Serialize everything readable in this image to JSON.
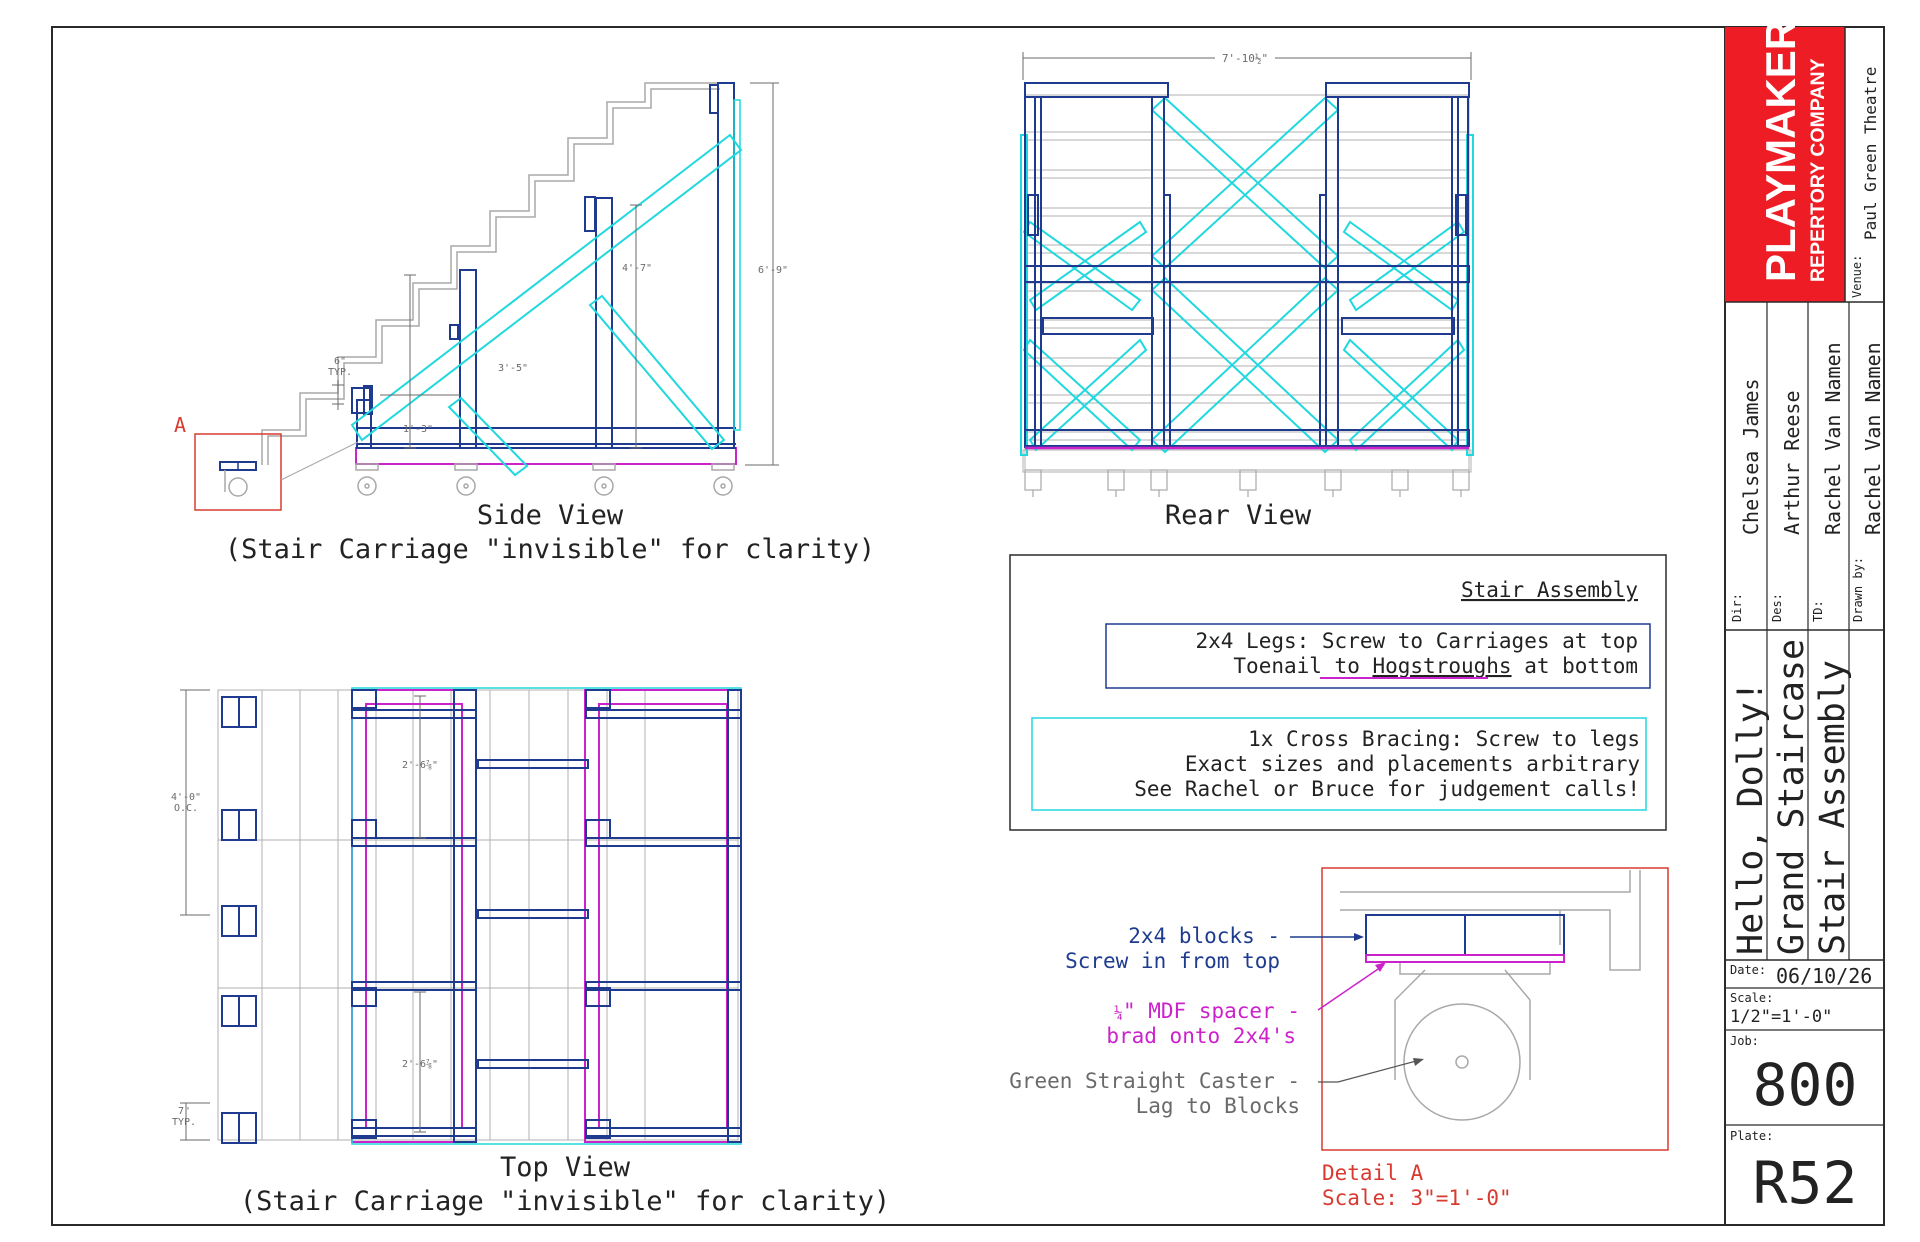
{
  "colors": {
    "frame": "#2a2a2a",
    "lumber": "#1f3b8f",
    "bracing": "#20d8dd",
    "mdf": "#cc22cc",
    "stair": "#a8a8a8",
    "detail": "#d83a30",
    "brand_red": "#ee1c25"
  },
  "side_view": {
    "title": "Side View",
    "subtitle": "(Stair Carriage \"invisible\" for clarity)",
    "detail_marker": "A",
    "dims": {
      "riser": "6\"",
      "riser_typ": "TYP.",
      "run": "1'-3\"",
      "leg_short": "3'-5\"",
      "leg_mid": "4'-7\"",
      "leg_tall": "6'-9\""
    }
  },
  "rear_view": {
    "title": "Rear View",
    "overall_width": "7'-10½\""
  },
  "top_view": {
    "title": "Top View",
    "subtitle": "(Stair Carriage \"invisible\" for clarity)",
    "dims": {
      "spacing": "4'-0\"",
      "spacing_oc": "O.C.",
      "depth_upper": "2'-6⅞\"",
      "depth_lower": "2'-6⅞\"",
      "edge": "7\"",
      "edge_typ": "TYP."
    }
  },
  "notes": {
    "heading": "Stair Assembly",
    "legs_line1": "2x4 Legs: Screw to Carriages at top",
    "legs_line2_pre": "Toenail to ",
    "legs_line2_link": "Hogstroughs",
    "legs_line2_post": " at bottom",
    "brace_line1": "1x Cross Bracing: Screw to legs",
    "brace_line2": "Exact sizes and placements arbitrary",
    "brace_line3": "See Rachel or Bruce for judgement calls!"
  },
  "detail_a": {
    "blocks_line1": "2x4 blocks -",
    "blocks_line2": "Screw in from top",
    "mdf_frac": "¼",
    "mdf_line1": "\" MDF spacer -",
    "mdf_line2": "brad onto 2x4's",
    "caster_line1": "Green Straight Caster -",
    "caster_line2": "Lag to Blocks",
    "title": "Detail A",
    "scale": "Scale: 3\"=1'-0\""
  },
  "title_block": {
    "company_line1": "PLAYMAKERS",
    "company_line2": "REPERTORY COMPANY",
    "venue_label": "Venue:",
    "venue": "Paul Green Theatre",
    "dir_label": "Dir:",
    "dir": "Chelsea James",
    "des_label": "Des:",
    "des": "Arthur Reese",
    "td_label": "TD:",
    "td": "Rachel Van Namen",
    "drawn_label": "Drawn by:",
    "drawn": "Rachel Van Namen",
    "show": "Hello, Dolly!",
    "piece": "Grand Staircase",
    "sheet": "Stair Assembly",
    "date_label": "Date:",
    "date": "06/10/26",
    "scale_label": "Scale:",
    "scale": "1/2\"=1'-0\"",
    "job_label": "Job:",
    "job": "800",
    "plate_label": "Plate:",
    "plate": "R52"
  }
}
